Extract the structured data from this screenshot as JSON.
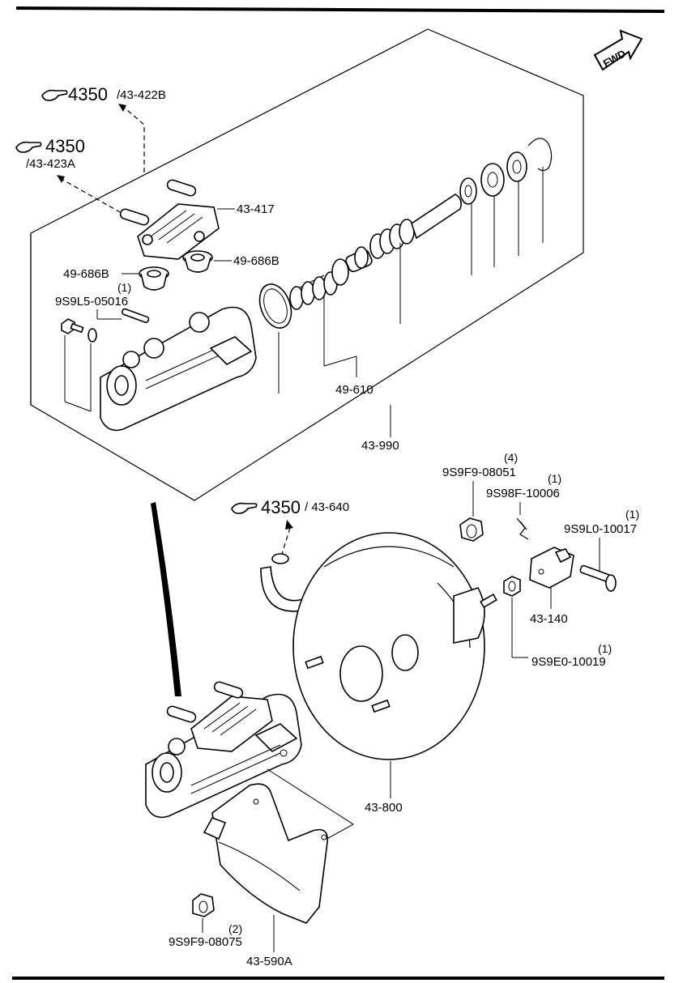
{
  "diagram": {
    "ref_top_1": {
      "num": "4350",
      "sub": "/43-422B"
    },
    "ref_top_2": {
      "num": "4350",
      "sub": "/43-423A"
    },
    "ref_mid": {
      "num": "4350",
      "sub": "/ 43-640"
    },
    "fwd": "FWD",
    "labels": {
      "p43_417": "43-417",
      "p49_686b_right": "49-686B",
      "p49_686b_left": "49-686B",
      "p9s9l5": "9S9L5-05016",
      "p9s9l5_qty": "(1)",
      "p49_610": "49-610",
      "p43_990": "43-990",
      "p9s9f9_08051": "9S9F9-08051",
      "p9s9f9_08051_qty": "(4)",
      "p9s98f": "9S98F-10006",
      "p9s98f_qty": "(1)",
      "p9s9l0": "9S9L0-10017",
      "p9s9l0_qty": "(1)",
      "p43_140": "43-140",
      "p9s9e0": "9S9E0-10019",
      "p9s9e0_qty": "(1)",
      "p43_800": "43-800",
      "p9s9f9_08075": "9S9F9-08075",
      "p9s9f9_08075_qty": "(2)",
      "p43_590a": "43-590A"
    }
  }
}
